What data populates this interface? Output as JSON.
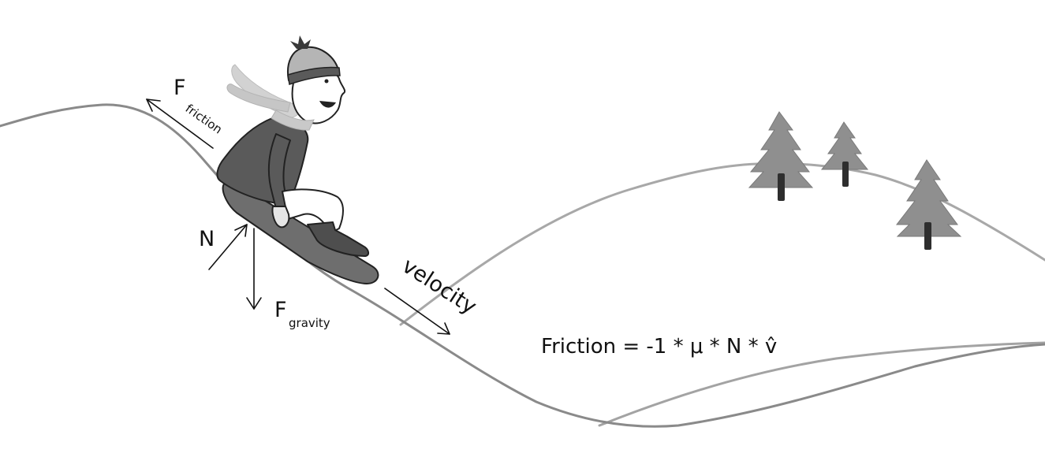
{
  "labels": {
    "friction_main": "F",
    "friction_sub": "friction",
    "normal": "N",
    "gravity_main": "F",
    "gravity_sub": "gravity",
    "velocity": "velocity",
    "formula": "Friction = -1 * μ * N * v̂"
  },
  "colors": {
    "hill_front": "#8a8a8a",
    "hill_back": "#a8a8a8",
    "tree": "#8f8f8f",
    "jacket": "#5a5a5a",
    "board": "#6e6e6e",
    "hat": "#b5b5b5",
    "scarf": "#d2d2d2"
  }
}
